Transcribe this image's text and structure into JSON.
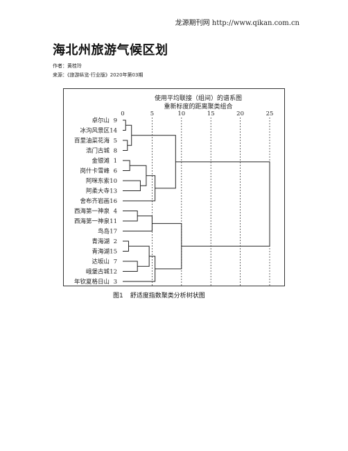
{
  "header": {
    "site_link": "龙源期刊网 http://www.qikan.com.cn"
  },
  "article": {
    "title": "海北州旅游气候区划",
    "author_label": "作者：黄桂玲",
    "source_label": "来源：《旅游纵览·行业版》2020年第03期"
  },
  "figure": {
    "caption_number": "图1",
    "caption_text": "舒适度指数聚类分析树状图"
  },
  "chart_data": {
    "type": "dendrogram",
    "title_line1": "使用平均联接（组间）的谱系图",
    "title_line2": "重新标度的距离聚类组合",
    "axis_ticks": [
      "0",
      "5",
      "10",
      "15",
      "20",
      "25"
    ],
    "axis_range": [
      0,
      25
    ],
    "leaves": [
      {
        "label": "卓尔山",
        "id": "9"
      },
      {
        "label": "冰沟风景区",
        "id": "14"
      },
      {
        "label": "百里油菜花海",
        "id": "5"
      },
      {
        "label": "浩门古城",
        "id": "8"
      },
      {
        "label": "金银滩",
        "id": "1"
      },
      {
        "label": "岗什卡雪峰",
        "id": "6"
      },
      {
        "label": "阿咪东索",
        "id": "10"
      },
      {
        "label": "阿柔大寺",
        "id": "13"
      },
      {
        "label": "舍布齐岩画",
        "id": "16"
      },
      {
        "label": "西海第一神泉",
        "id": "4"
      },
      {
        "label": "西海第一神泉",
        "id": "11"
      },
      {
        "label": "鸟岛",
        "id": "17"
      },
      {
        "label": "青海湖",
        "id": "2"
      },
      {
        "label": "青海湖",
        "id": "15"
      },
      {
        "label": "达坂山",
        "id": "7"
      },
      {
        "label": "峨堡古城",
        "id": "12"
      },
      {
        "label": "年钦夏格日山",
        "id": "3"
      }
    ]
  }
}
